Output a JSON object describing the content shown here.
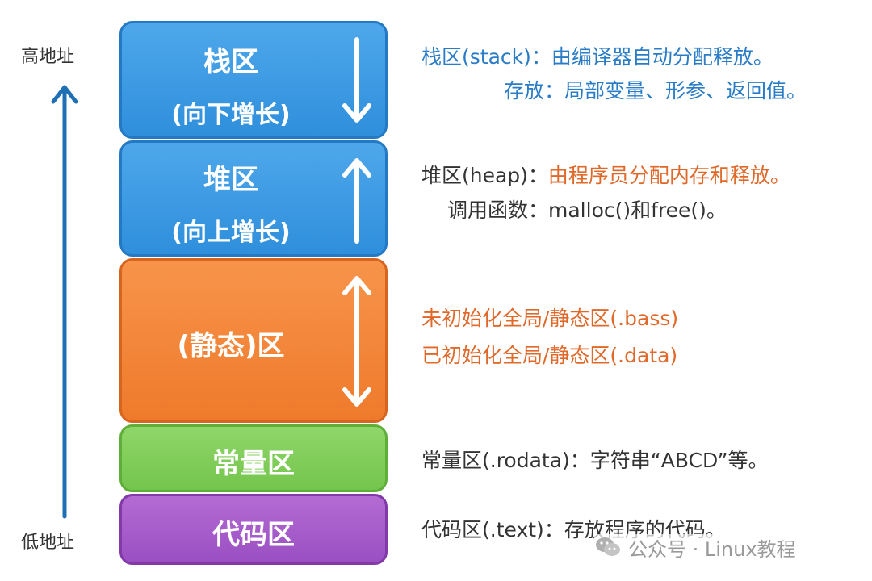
{
  "axis": {
    "high_label": "高地址",
    "low_label": "低地址"
  },
  "blocks": {
    "stack": {
      "title": "栈区",
      "subtitle": "(向下增长)",
      "arrow": "down"
    },
    "heap": {
      "title": "堆区",
      "subtitle": "(向上增长)",
      "arrow": "up"
    },
    "static": {
      "title": "(静态)区",
      "arrow": "both"
    },
    "const": {
      "title": "常量区"
    },
    "code": {
      "title": "代码区"
    }
  },
  "descriptions": {
    "stack": {
      "line1_label": "栈区(stack)：",
      "line1_text": "由编译器自动分配释放。",
      "line2": "存放：局部变量、形参、返回值。"
    },
    "heap": {
      "line1_label": "堆区(heap)：",
      "line1_text": "由程序员分配内存和释放。",
      "line2": "调用函数：malloc()和free()。"
    },
    "static": {
      "line1": "未初始化全局/静态区(.bass)",
      "line2": "已初始化全局/静态区(.data)"
    },
    "const": {
      "line1": "常量区(.rodata)：字符串“ABCD”等。"
    },
    "code": {
      "line1": "代码区(.text)：存放程序的代码。"
    }
  },
  "watermark": {
    "text": "公众号 · Linux教程",
    "icon": "wechat-icon"
  },
  "colors": {
    "stack_heap": "#3597e0",
    "static": "#f2843a",
    "const": "#7ecb58",
    "code": "#a75bc9",
    "axis": "#1f6fb5",
    "desc_blue": "#2a7cc7",
    "desc_orange": "#e0692a"
  }
}
